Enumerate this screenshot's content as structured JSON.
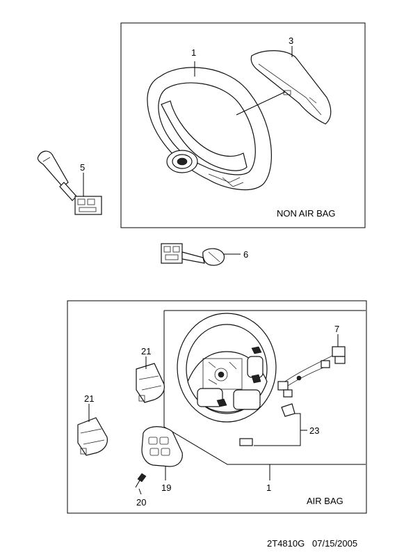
{
  "callouts": {
    "c1_top": "1",
    "c3": "3",
    "c5": "5",
    "c6": "6",
    "c7": "7",
    "c21a": "21",
    "c21b": "21",
    "c23": "23",
    "c19": "19",
    "c20": "20",
    "c1_bottom": "1"
  },
  "captions": {
    "non_air_bag": "NON AIR BAG",
    "air_bag": "AIR BAG"
  },
  "footer": {
    "code": "2T4810G",
    "date": "07/15/2005"
  }
}
